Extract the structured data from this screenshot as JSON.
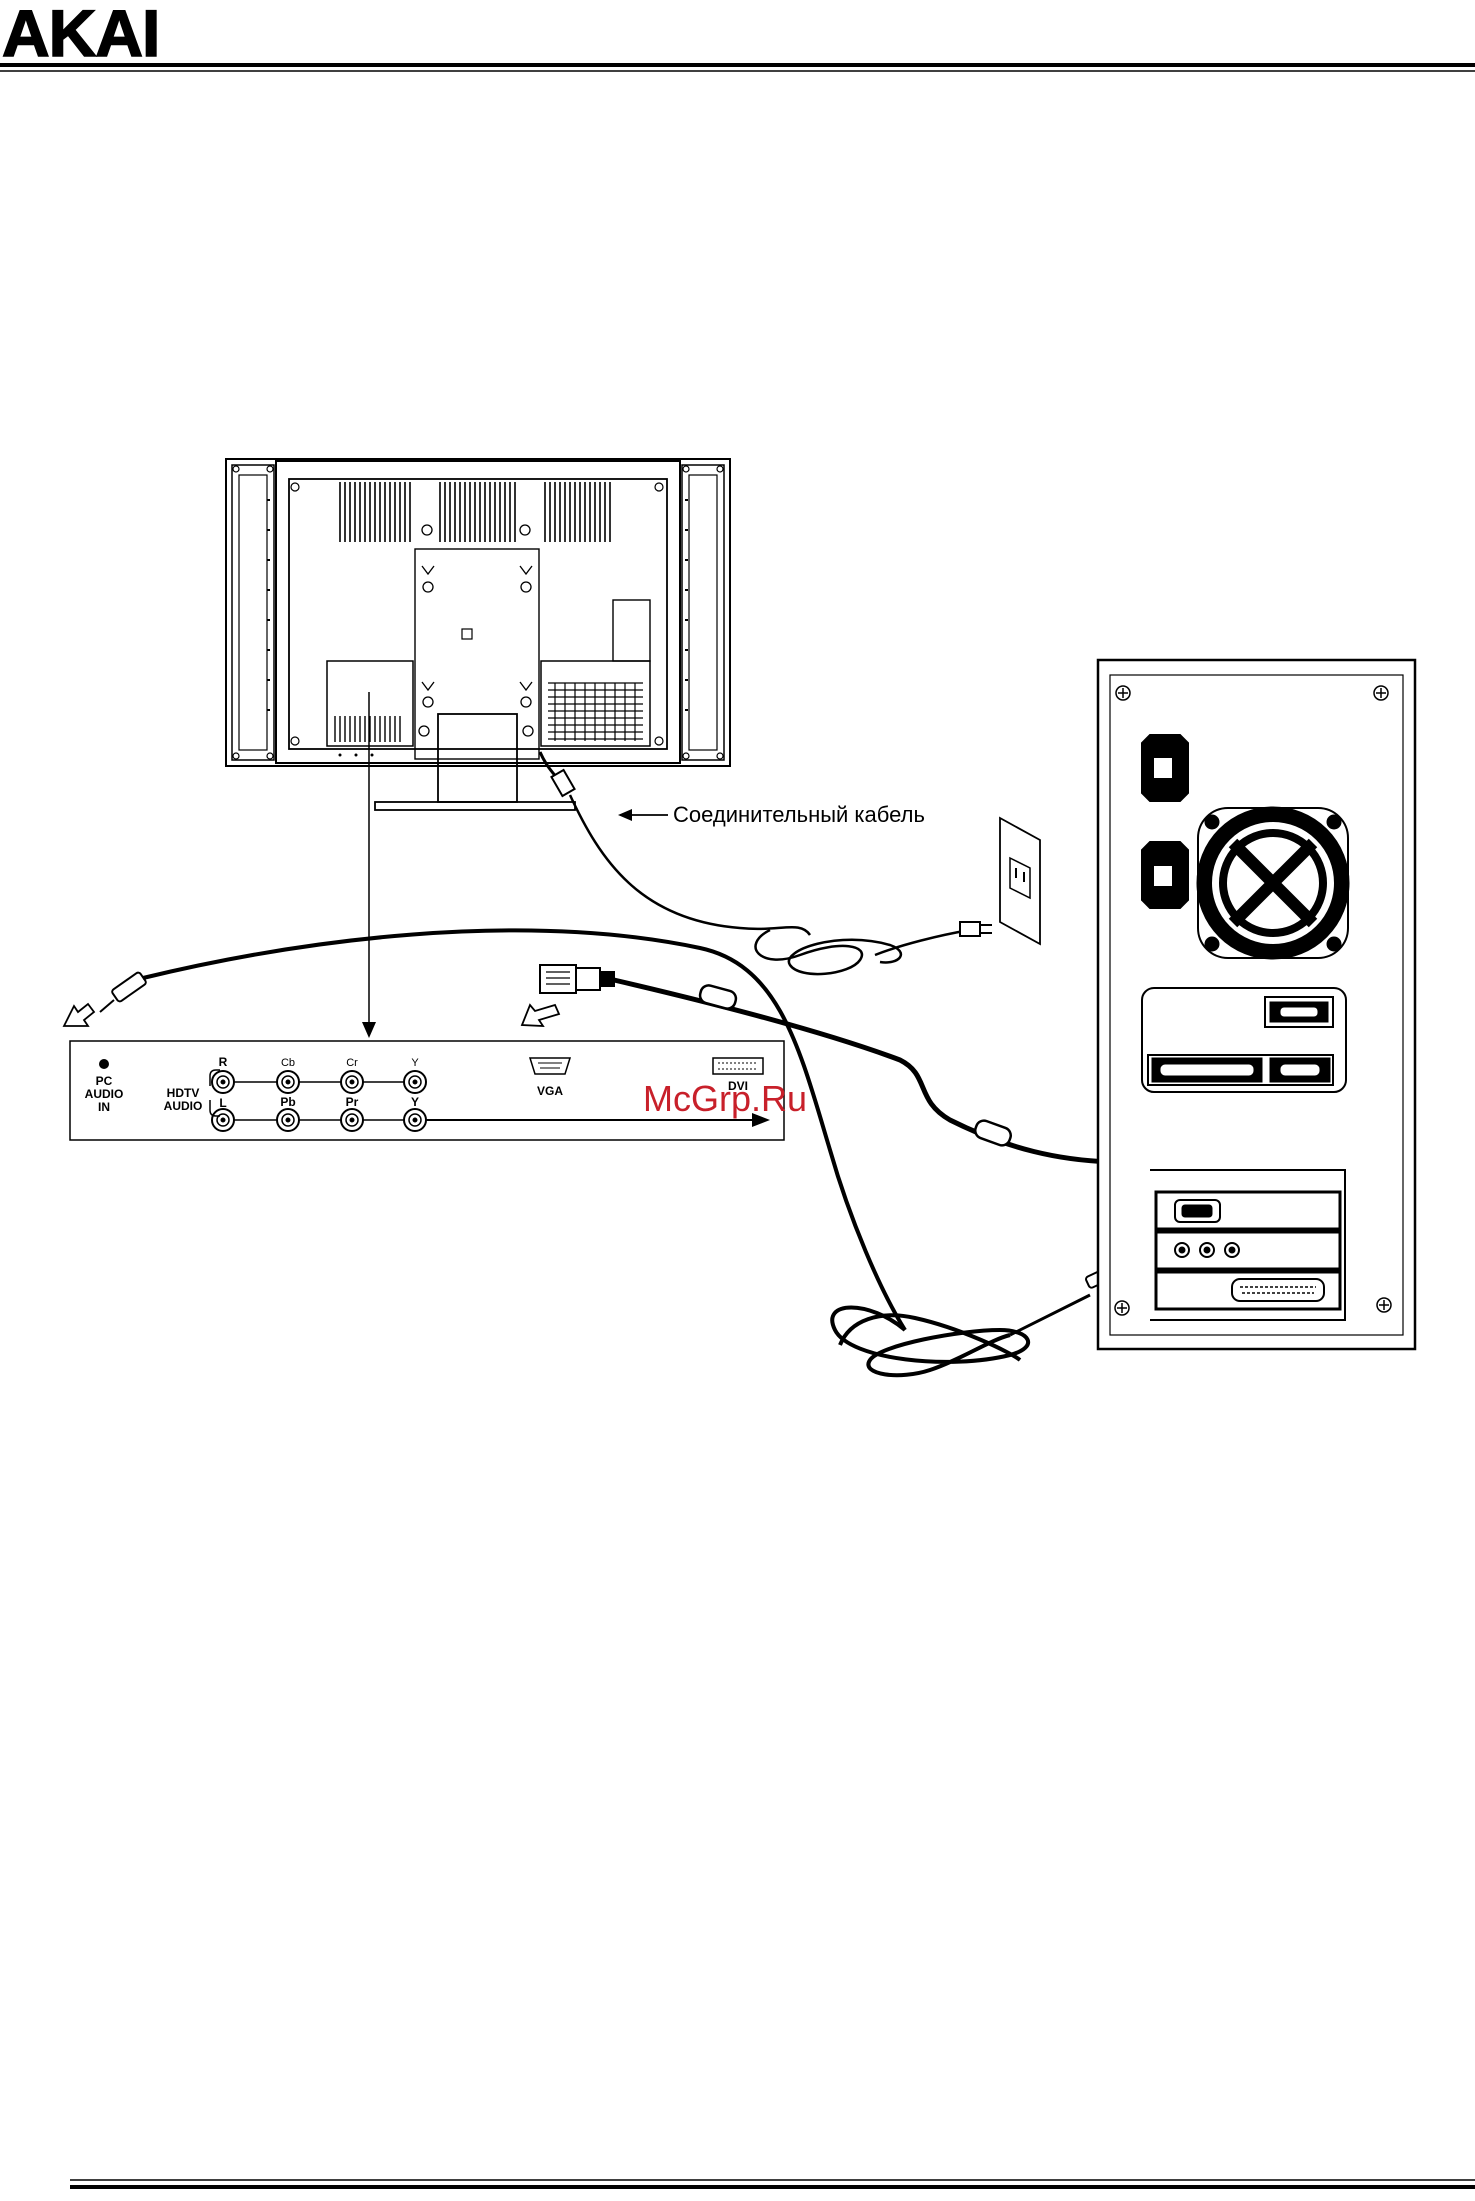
{
  "header": {
    "brand": "AKAI"
  },
  "diagram": {
    "cable_label": "Соединительный кабель",
    "panel": {
      "pc_audio_in": [
        "PC",
        "AUDIO",
        "IN"
      ],
      "hdtv_audio": [
        "HDTV",
        "AUDIO"
      ],
      "r": "R",
      "l": "L",
      "cb": "Cb",
      "cr": "Cr",
      "y_top": "Y",
      "pb": "Pb",
      "pr": "Pr",
      "y_bottom": "Y",
      "vga": "VGA",
      "dvi": "DVI"
    },
    "watermark": "McGrp.Ru"
  },
  "colors": {
    "ink": "#000000",
    "watermark": "#c8202a",
    "paper": "#ffffff"
  }
}
